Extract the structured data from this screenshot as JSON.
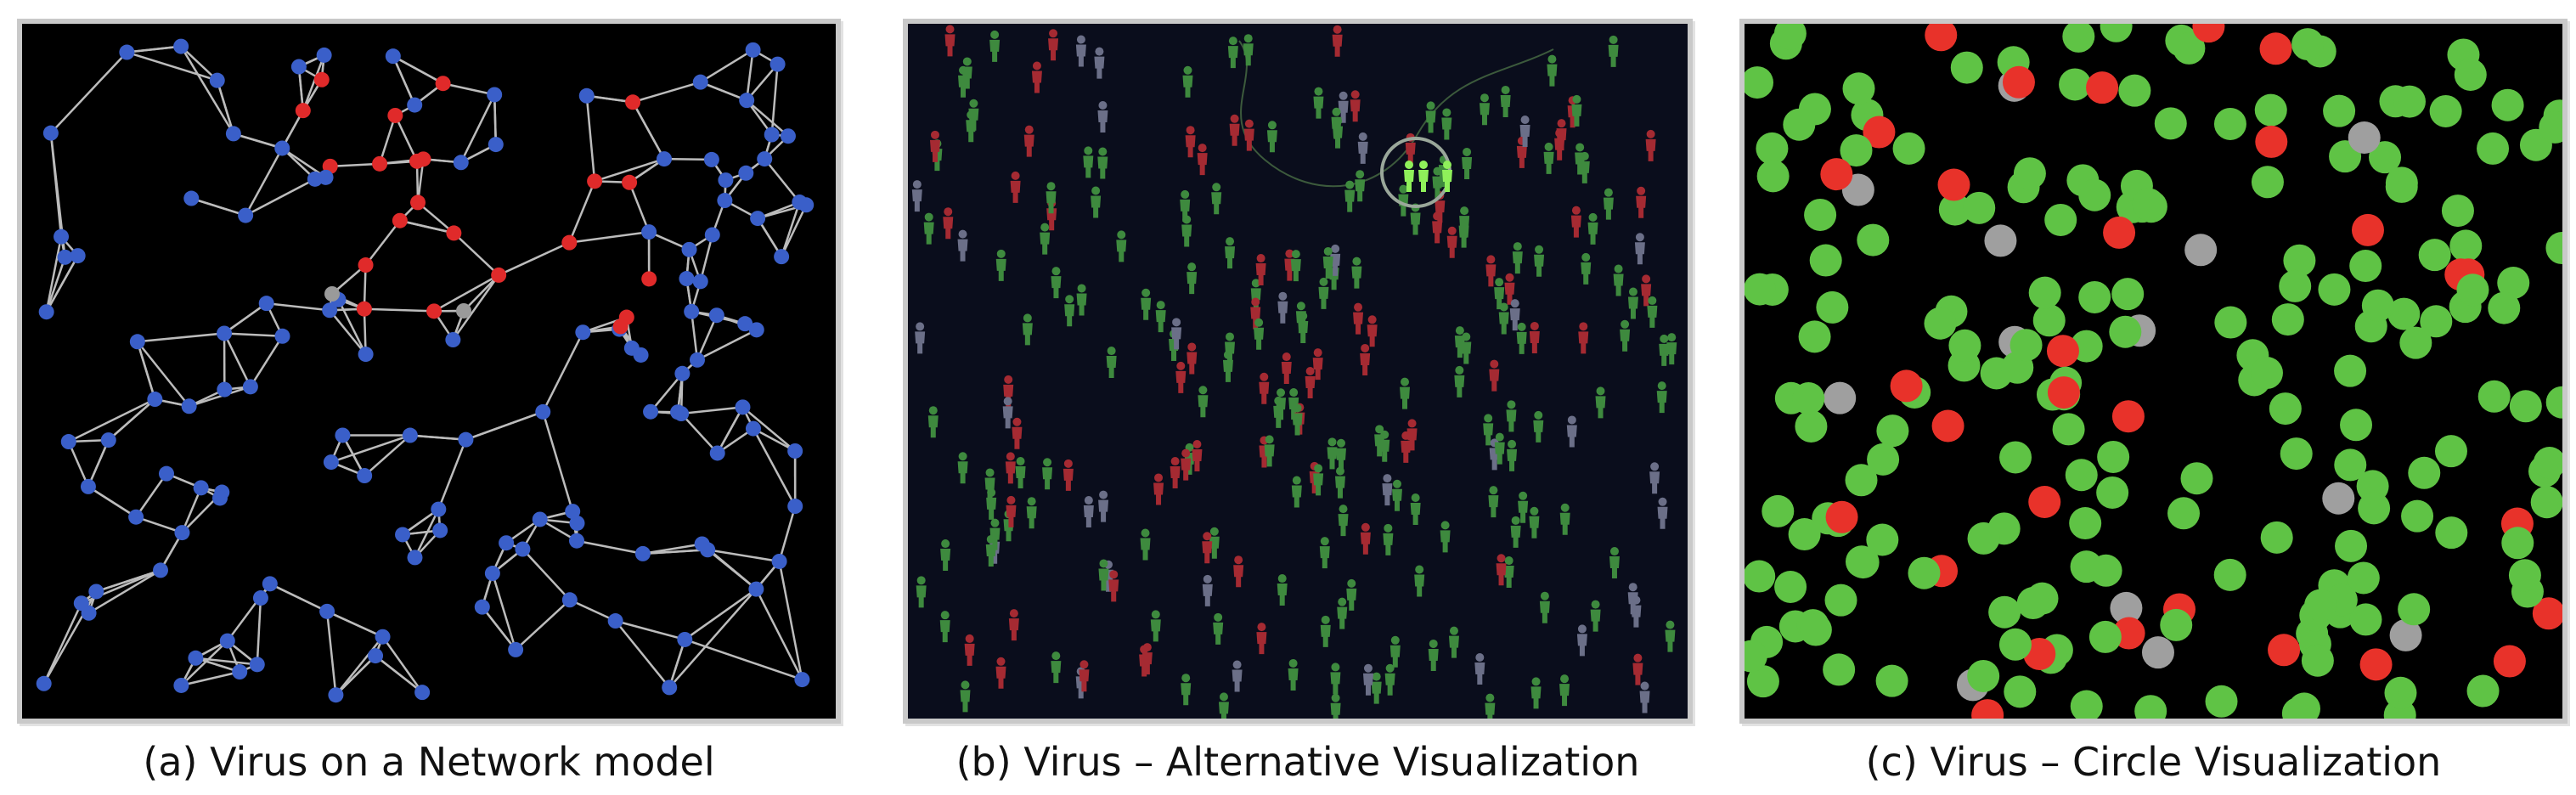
{
  "panels": [
    {
      "id": "a",
      "caption": "(a) Virus on a Network model"
    },
    {
      "id": "b",
      "caption": "(b) Virus – Alternative Visualization"
    },
    {
      "id": "c",
      "caption": "(c) Virus – Circle Visualization"
    }
  ],
  "colors": {
    "susceptible_network": "#3a5fc9",
    "infected": "#e02a2a",
    "resistant": "#9a9a9a",
    "edge": "#bcbcbc",
    "susceptible_agent": "#3e8a3e",
    "infected_agent": "#a52a32",
    "resistant_agent": "#6b6f88",
    "highlight_agent": "#8ff05a",
    "susceptible_circle": "#5fc345",
    "infected_circle": "#e8322a",
    "resistant_circle": "#9f9f9f"
  },
  "icons": {
    "agent": "person-icon",
    "node": "circle-node-icon"
  }
}
